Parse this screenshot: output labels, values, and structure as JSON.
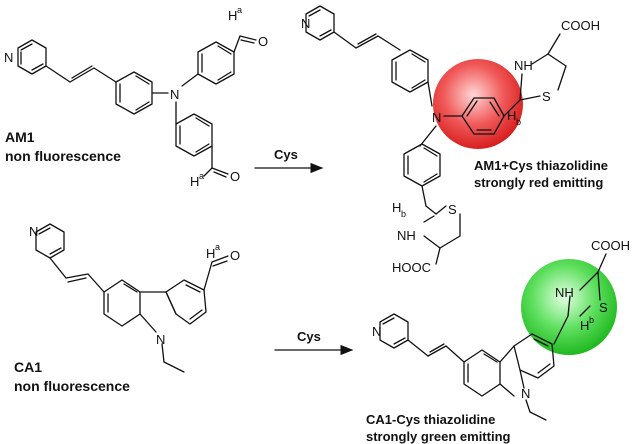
{
  "reactions": [
    {
      "reactant": {
        "code": "AM1",
        "description": "non fluorescence"
      },
      "reagent": "Cys",
      "product": {
        "line1": "AM1+Cys thiazolidine",
        "line2": "strongly red emitting"
      }
    },
    {
      "reactant": {
        "code": "CA1",
        "description": "non fluorescence"
      },
      "reagent": "Cys",
      "product": {
        "line1": "CA1-Cys thiazolidine",
        "line2": "strongly green emitting"
      }
    }
  ],
  "atoms": {
    "N": "N",
    "O": "O",
    "S": "S",
    "NH": "NH",
    "H": "H",
    "COOH": "COOH",
    "HOOC": "HOOC",
    "sup_a": "a",
    "sub_b": "b",
    "sup_b": "b"
  },
  "highlight_colors": {
    "red": "#e02424",
    "green": "#2ecc2e"
  }
}
